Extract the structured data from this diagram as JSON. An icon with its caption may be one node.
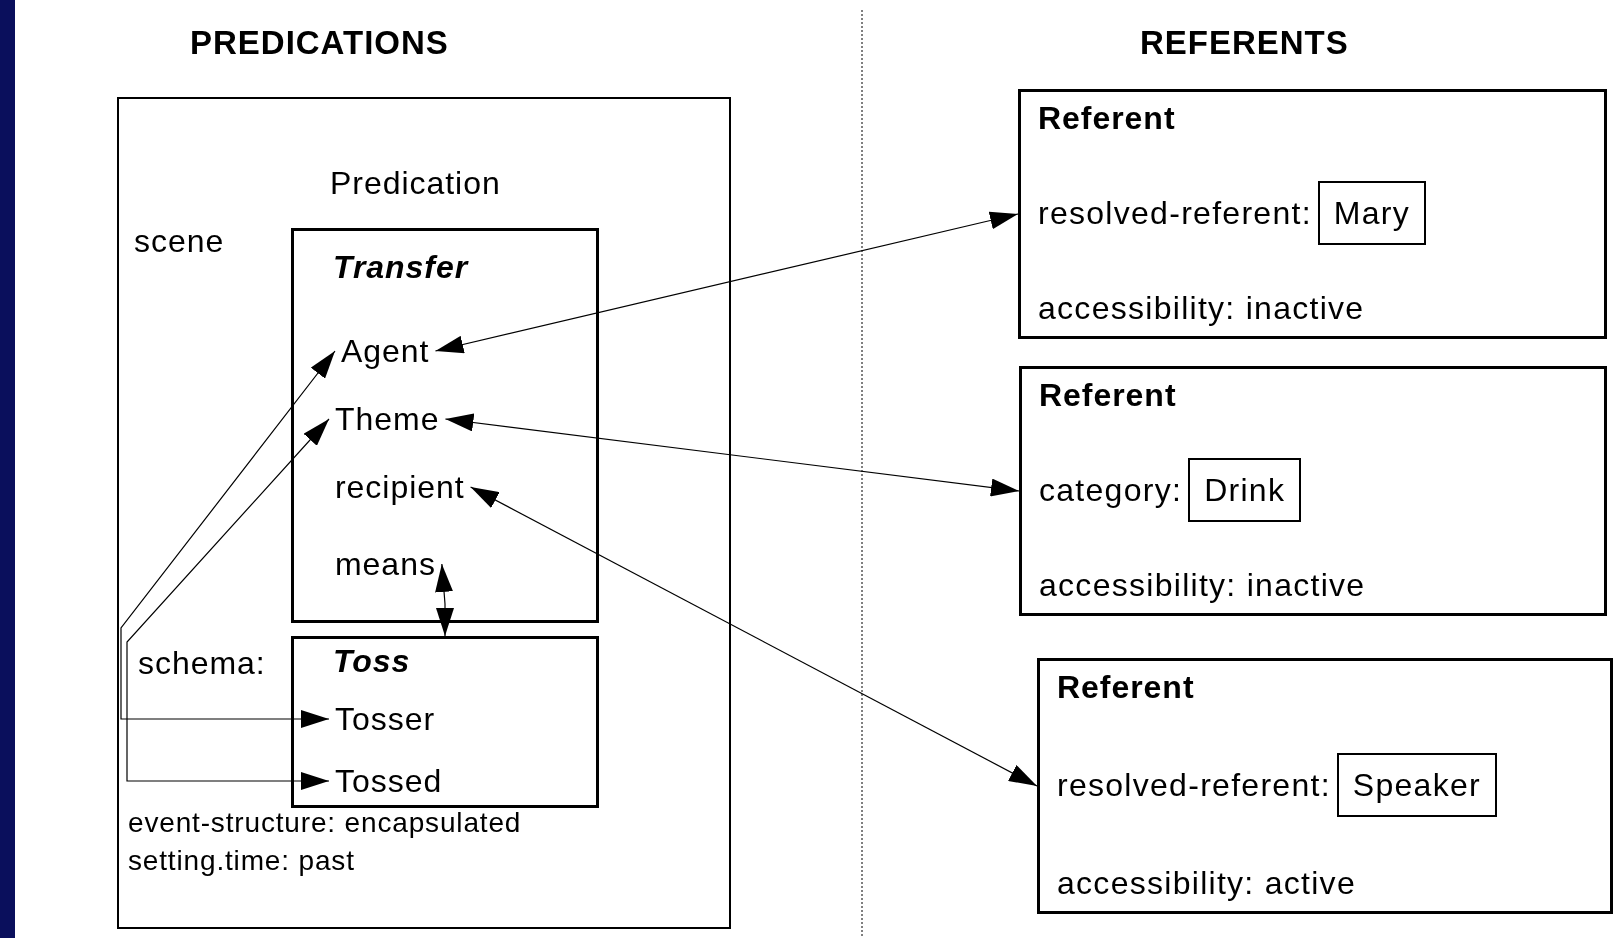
{
  "diagram": {
    "nodes": [
      {
        "text": [
          "Predication",
          "scene",
          "schema:",
          "event-structure: encapsulated",
          "setting.time: past"
        ]
      },
      {
        "text": [
          "Transfer"
        ],
        "in": 0
      },
      {
        "text": [
          "Agent"
        ],
        "in": 1
      },
      {
        "text": [
          "Theme"
        ],
        "in": 1
      },
      {
        "text": [
          "recipient"
        ],
        "in": 1
      },
      {
        "text": [
          "means"
        ],
        "in": 1
      },
      {
        "text": [
          "Toss"
        ],
        "in": 0
      },
      {
        "text": [
          "Tosser"
        ],
        "in": 6
      },
      {
        "text": [
          "Tossed"
        ],
        "in": 6
      },
      {
        "text": [
          "Referent",
          "resolved-referent:",
          "accessibility: inactive"
        ]
      },
      {
        "text": [
          "Mary"
        ],
        "in": 9
      },
      {
        "text": [
          "Referent",
          "category:",
          "accessibility: inactive"
        ]
      },
      {
        "text": [
          "Drink"
        ],
        "in": 11
      },
      {
        "text": [
          "Referent",
          "resolved-referent:",
          "accessibility: active"
        ]
      },
      {
        "text": [
          "Speaker"
        ],
        "in": 13
      }
    ],
    "edges": [
      {
        "from": 2,
        "to": 9,
        "arrow": "both"
      },
      {
        "from": 3,
        "to": 11,
        "arrow": "both"
      },
      {
        "from": 4,
        "to": 13,
        "arrow": "both"
      },
      {
        "from": 5,
        "to": 6,
        "arrow": "both"
      },
      {
        "from": 2,
        "to": 7,
        "arrow": "both"
      },
      {
        "from": 3,
        "to": 8,
        "arrow": "both"
      }
    ],
    "labels": [
      "PREDICATIONS",
      "REFERENTS"
    ]
  }
}
